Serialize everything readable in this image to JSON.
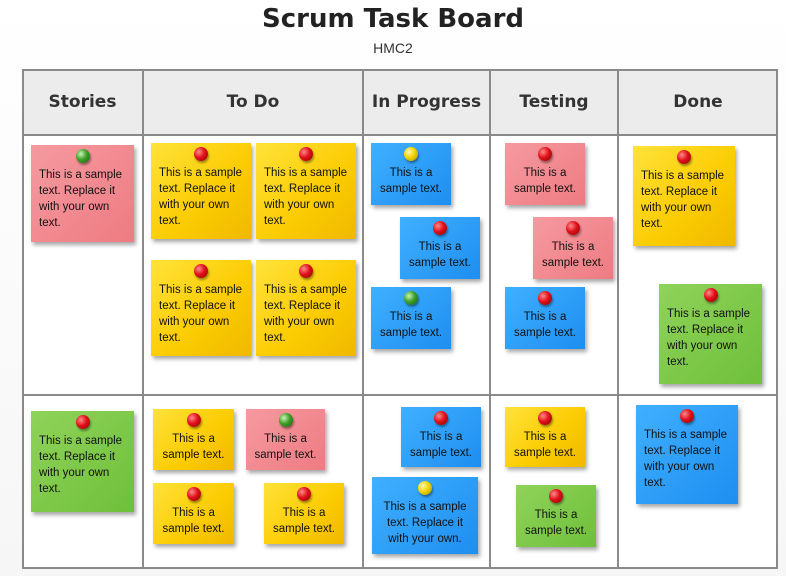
{
  "title": "Scrum Task Board",
  "subtitle": "HMC2",
  "columns": [
    "Stories",
    "To Do",
    "In Progress",
    "Testing",
    "Done"
  ],
  "text_long": "This is a sample text. Replace it with your own text.",
  "text_short": "This is a sample text.",
  "text_own": "This is a sample text. Replace it with your own.",
  "colors": {
    "yellow": "#fbcb00",
    "pink": "#ee7b82",
    "blue": "#1e8ef0",
    "green": "#6fbf3a",
    "pin_red": "#e0101a",
    "pin_green": "#3fa02a",
    "pin_yellow": "#f2d400"
  }
}
